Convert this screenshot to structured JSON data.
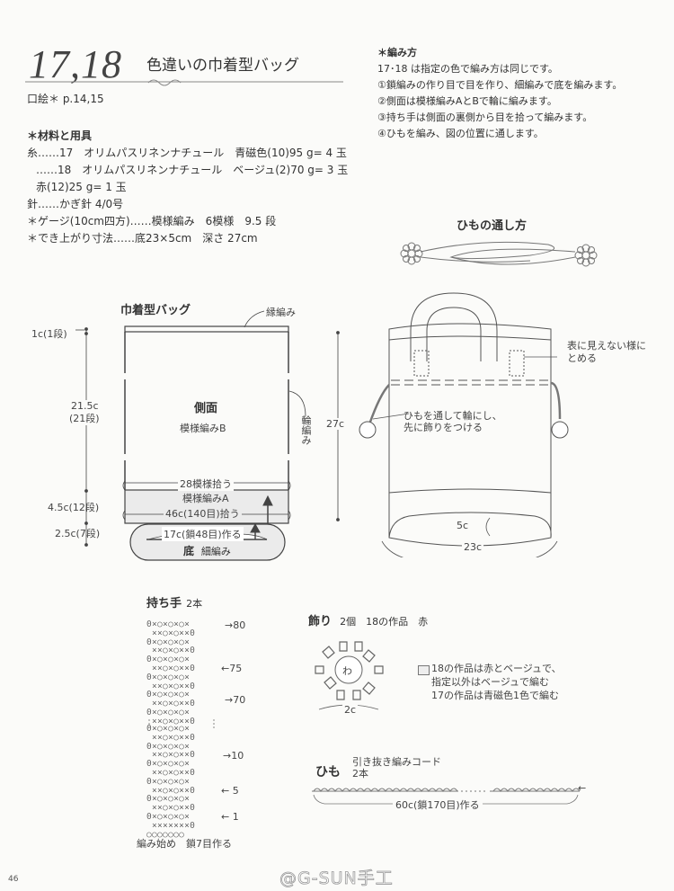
{
  "header": {
    "title_number": "17,18",
    "title_text": "色違いの巾着型バッグ",
    "frontispiece": "口絵＊ p.14,15"
  },
  "materials": {
    "heading": "＊材料と用具",
    "yarn_17": "糸……17　オリムパスリネンナチュール　青磁色(10)95 g= 4 玉",
    "yarn_18": "……18　オリムパスリネンナチュール　ベージュ(2)70 g= 3 玉",
    "yarn_18_red": "赤(12)25 g= 1 玉",
    "needle": "針……かぎ針 4/0号",
    "gauge": "＊ゲージ(10cm四方)……模様編み　6模様　9.5 段",
    "finished_size": "＊でき上がり寸法……底23×5cm　深さ 27cm"
  },
  "instructions": {
    "heading": "＊編み方",
    "steps": [
      "17･18 は指定の色で編み方は同じです。",
      "①鎖編みの作り目で目を作り、細編みで底を編みます。",
      "②側面は模様編みAとBで輪に編みます。",
      "③持ち手は側面の裏側から目を拾って編みます。",
      "④ひもを編み、図の位置に通します。"
    ]
  },
  "cord_threading": {
    "title": "ひもの通し方"
  },
  "bag_diagram": {
    "title": "巾着型バッグ",
    "edge_label": "縁編み",
    "side_label": "側面",
    "side_pattern": "模様編みB",
    "round_label": "輪編み",
    "pick_28": "28模様拾う",
    "pattern_a": "模様編みA",
    "pick_46": "46c(140目)拾う",
    "chain_17": "17c(鎖48目)作る",
    "bottom": "底",
    "bottom_stitch": "細編み",
    "dims": {
      "d1": "1c(1段)",
      "d2a": "21.5c",
      "d2b": "(21段)",
      "d3": "4.5c(12段)",
      "d4": "2.5c(7段)",
      "total": "27c"
    }
  },
  "finished_bag": {
    "note_top_1": "表に見えない様に",
    "note_top_2": "とめる",
    "note_cord_1": "ひもを通して輪にし、",
    "note_cord_2": "先に飾りをつける",
    "depth": "5c",
    "width": "23c"
  },
  "handle": {
    "title": "持ち手",
    "count": "2本",
    "rows": [
      "→80",
      "←75",
      "→70",
      "→10",
      "← 5",
      "← 1"
    ],
    "start_note": "編み始め　鎖7目作る"
  },
  "ornament": {
    "title": "飾り",
    "info": "2個　18の作品　赤",
    "ring": "わ",
    "size": "2c",
    "legend_1": "18の作品は赤とベージュで、",
    "legend_2": "指定以外はベージュで編む",
    "legend_3": "17の作品は青磁色1色で編む"
  },
  "cord": {
    "title": "ひも",
    "type": "引き抜き編みコード",
    "count": "2本",
    "chain": "60c(鎖170目)作る",
    "arrow": "←"
  },
  "footer": {
    "page_number": "46",
    "watermark": "@G-SUN手工"
  }
}
